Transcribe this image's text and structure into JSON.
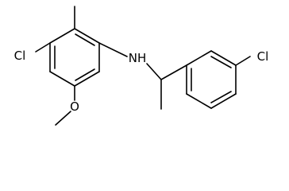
{
  "molecule": {
    "atoms": {
      "cl_left": "Cl",
      "nh": "NH",
      "cl_right": "Cl",
      "o_methoxy": "O"
    }
  }
}
